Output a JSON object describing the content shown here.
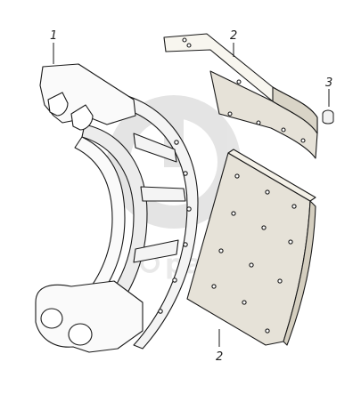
{
  "diagram": {
    "callouts": [
      {
        "id": "part-1",
        "label": "1"
      },
      {
        "id": "part-2-lining-upper",
        "label": "2"
      },
      {
        "id": "part-3-rivet",
        "label": "3"
      },
      {
        "id": "part-2-lining-lower",
        "label": "2"
      }
    ],
    "watermark": {
      "text": "parts"
    },
    "colors": {
      "line": "#1a1a1a",
      "lining_fill": "#e6e2d8",
      "shoe_fill": "#f4f4f4",
      "watermark": "#d0d0d0"
    }
  }
}
